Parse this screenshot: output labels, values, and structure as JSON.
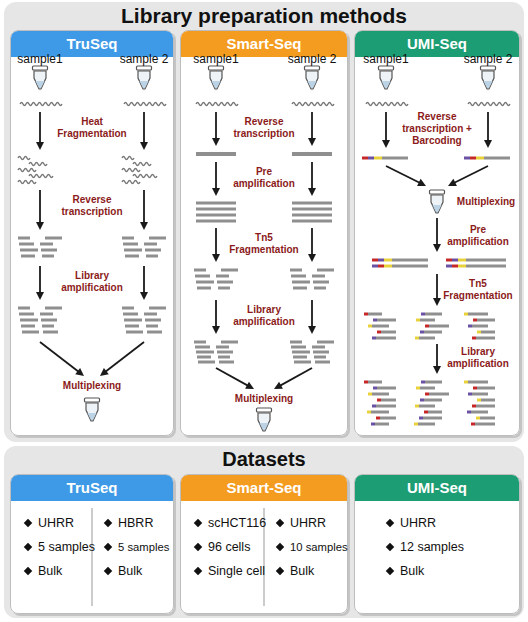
{
  "diagram": {
    "nodes": [
      {
        "text": [
          "Library preparation methods"
        ]
      },
      {
        "text": [
          "TruSeq"
        ],
        "in": 0
      },
      {
        "text": [
          "Smart-Seq"
        ],
        "in": 0
      },
      {
        "text": [
          "UMI-Seq"
        ],
        "in": 0
      },
      {
        "text": [
          "Datasets"
        ]
      },
      {
        "text": [
          "TruSeq",
          "UHRR",
          "5 samples",
          "Bulk",
          "HBRR",
          "5 samples",
          "Bulk"
        ],
        "in": 4
      },
      {
        "text": [
          "Smart-Seq",
          "scHCT116",
          "96 cells",
          "Single cell",
          "UHRR",
          "10 samples",
          "Bulk"
        ],
        "in": 4
      },
      {
        "text": [
          "UMI-Seq",
          "UHRR",
          "12 samples",
          "Bulk"
        ],
        "in": 4
      }
    ],
    "labels": [
      "sample1",
      "sample 2",
      "Heat Fragmentation",
      "Reverse transcription",
      "Library amplification",
      "Multiplexing",
      "sample1",
      "sample 2",
      "Reverse transcription",
      "Pre amplification",
      "Tn5 Fragmentation",
      "Library amplification",
      "Multiplexing",
      "sample1",
      "sample 2",
      "Reverse transcription + Barcoding",
      "Multiplexing",
      "Pre amplification",
      "Tn5 Fragmentation",
      "Library amplification"
    ]
  }
}
